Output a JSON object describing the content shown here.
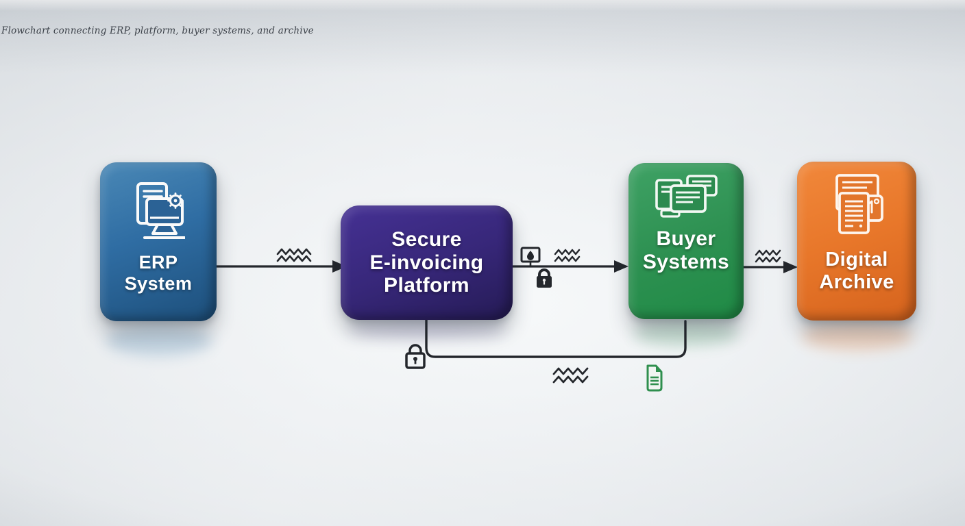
{
  "caption": "Flowchart connecting ERP, platform, buyer systems, and archive",
  "nodes": [
    {
      "id": "erp-system",
      "lines": [
        "ERP",
        "System"
      ],
      "color": "#2f6da3",
      "icon": "document-monitor-gear-icon"
    },
    {
      "id": "e-invoicing-platform",
      "lines": [
        "Secure",
        "E-invoicing",
        "Platform"
      ],
      "color": "#372779"
    },
    {
      "id": "buyer-systems",
      "lines": [
        "Buyer",
        "Systems"
      ],
      "color": "#2e9152",
      "icon": "stacked-documents-icon"
    },
    {
      "id": "digital-archive",
      "lines": [
        "Digital",
        "Archive"
      ],
      "color": "#e8772a",
      "icon": "archived-documents-icon"
    }
  ],
  "connections": [
    {
      "from": "erp-system",
      "to": "e-invoicing-platform",
      "style": "arrow",
      "markers": [
        "wavy-lines-icon"
      ]
    },
    {
      "from": "e-invoicing-platform",
      "to": "buyer-systems",
      "style": "arrow",
      "markers": [
        "secure-monitor-icon",
        "padlock-filled-icon",
        "wavy-lines-icon"
      ]
    },
    {
      "from": "buyer-systems",
      "to": "digital-archive",
      "style": "arrow",
      "markers": [
        "wavy-lines-icon"
      ]
    },
    {
      "from": "e-invoicing-platform",
      "to": "buyer-systems",
      "style": "bottom-elbow-line",
      "markers": [
        "padlock-outline-icon",
        "wavy-lines-icon",
        "document-icon"
      ]
    }
  ],
  "colors": {
    "connector": "#24272c",
    "background": "#e9ecee",
    "document_icon_green": "#2f8f4e"
  }
}
